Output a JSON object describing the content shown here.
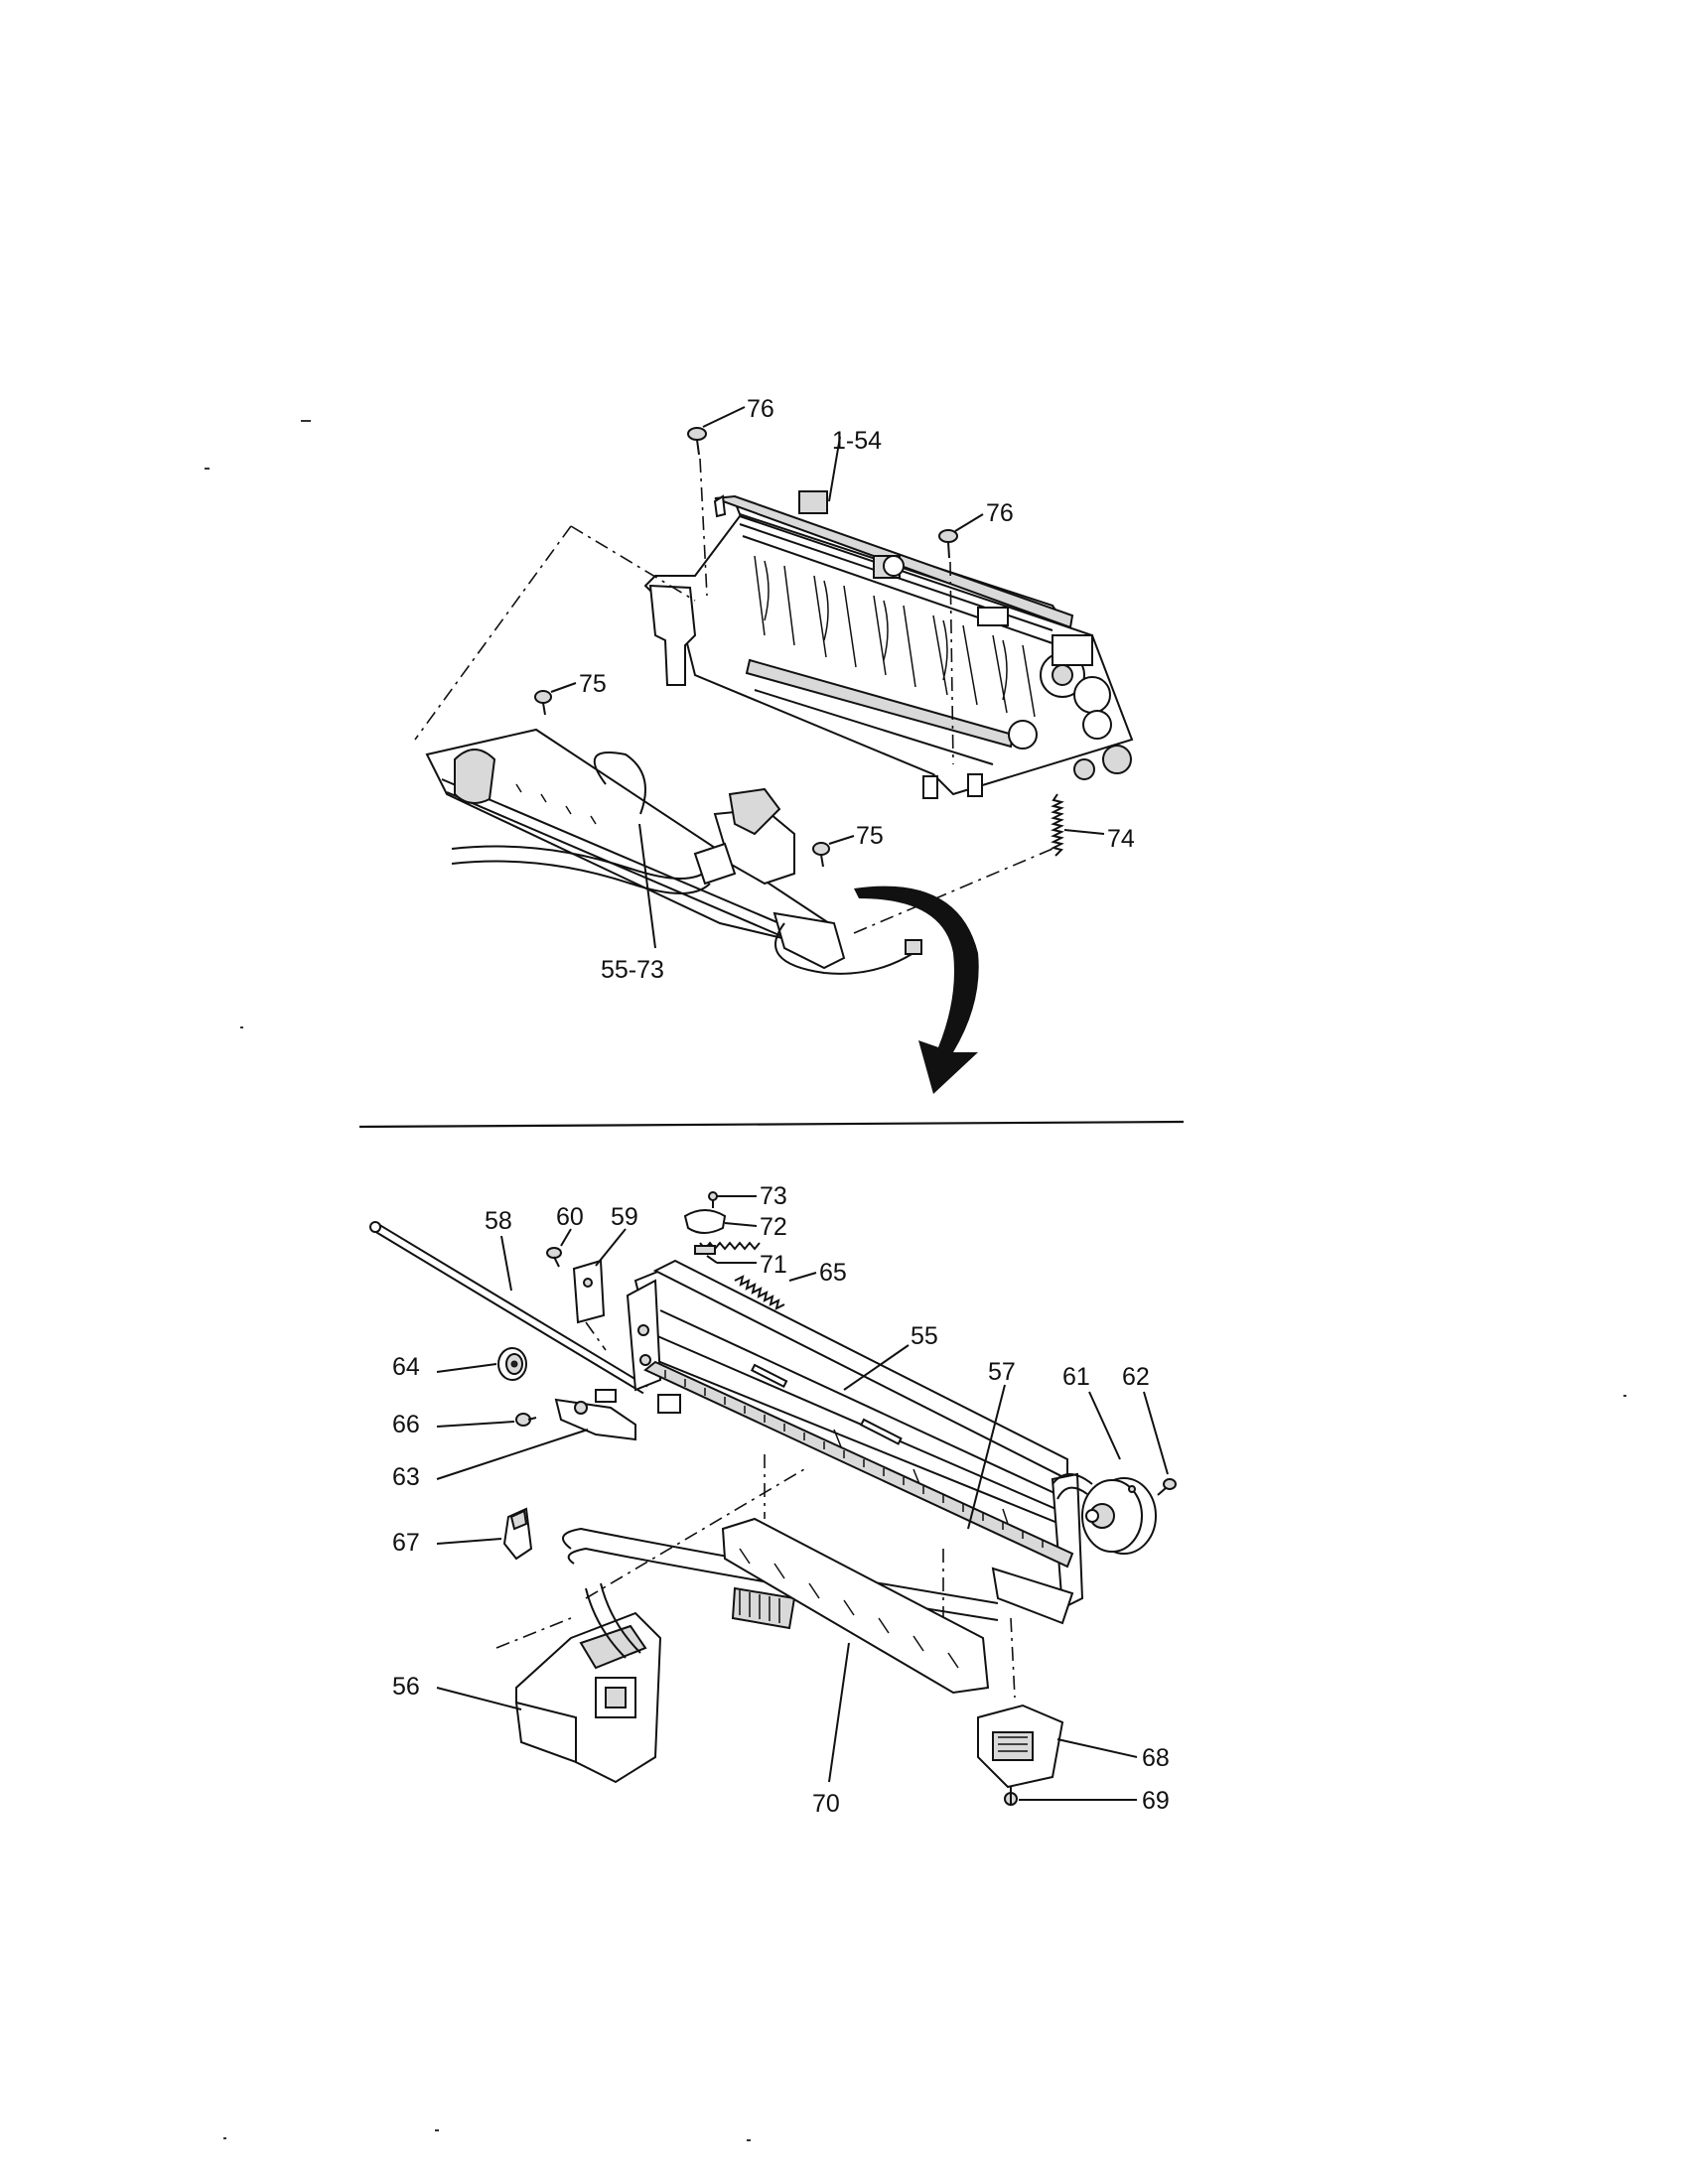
{
  "labels": [
    {
      "id": "76a",
      "text": "76"
    },
    {
      "id": "1-54",
      "text": "1-54"
    },
    {
      "id": "76b",
      "text": "76"
    },
    {
      "id": "75a",
      "text": "75"
    },
    {
      "id": "75b",
      "text": "75"
    },
    {
      "id": "74",
      "text": "74"
    },
    {
      "id": "55-73",
      "text": "55-73"
    },
    {
      "id": "73",
      "text": "73"
    },
    {
      "id": "72",
      "text": "72"
    },
    {
      "id": "71",
      "text": "71"
    },
    {
      "id": "58",
      "text": "58"
    },
    {
      "id": "60",
      "text": "60"
    },
    {
      "id": "59",
      "text": "59"
    },
    {
      "id": "65",
      "text": "65"
    },
    {
      "id": "55",
      "text": "55"
    },
    {
      "id": "64",
      "text": "64"
    },
    {
      "id": "57",
      "text": "57"
    },
    {
      "id": "61",
      "text": "61"
    },
    {
      "id": "62",
      "text": "62"
    },
    {
      "id": "66",
      "text": "66"
    },
    {
      "id": "63",
      "text": "63"
    },
    {
      "id": "67",
      "text": "67"
    },
    {
      "id": "56",
      "text": "56"
    },
    {
      "id": "68",
      "text": "68"
    },
    {
      "id": "70",
      "text": "70"
    },
    {
      "id": "69",
      "text": "69"
    }
  ],
  "colors": {
    "ink": "#111111",
    "paper": "#ffffff",
    "shade": "#d9d9d9"
  }
}
